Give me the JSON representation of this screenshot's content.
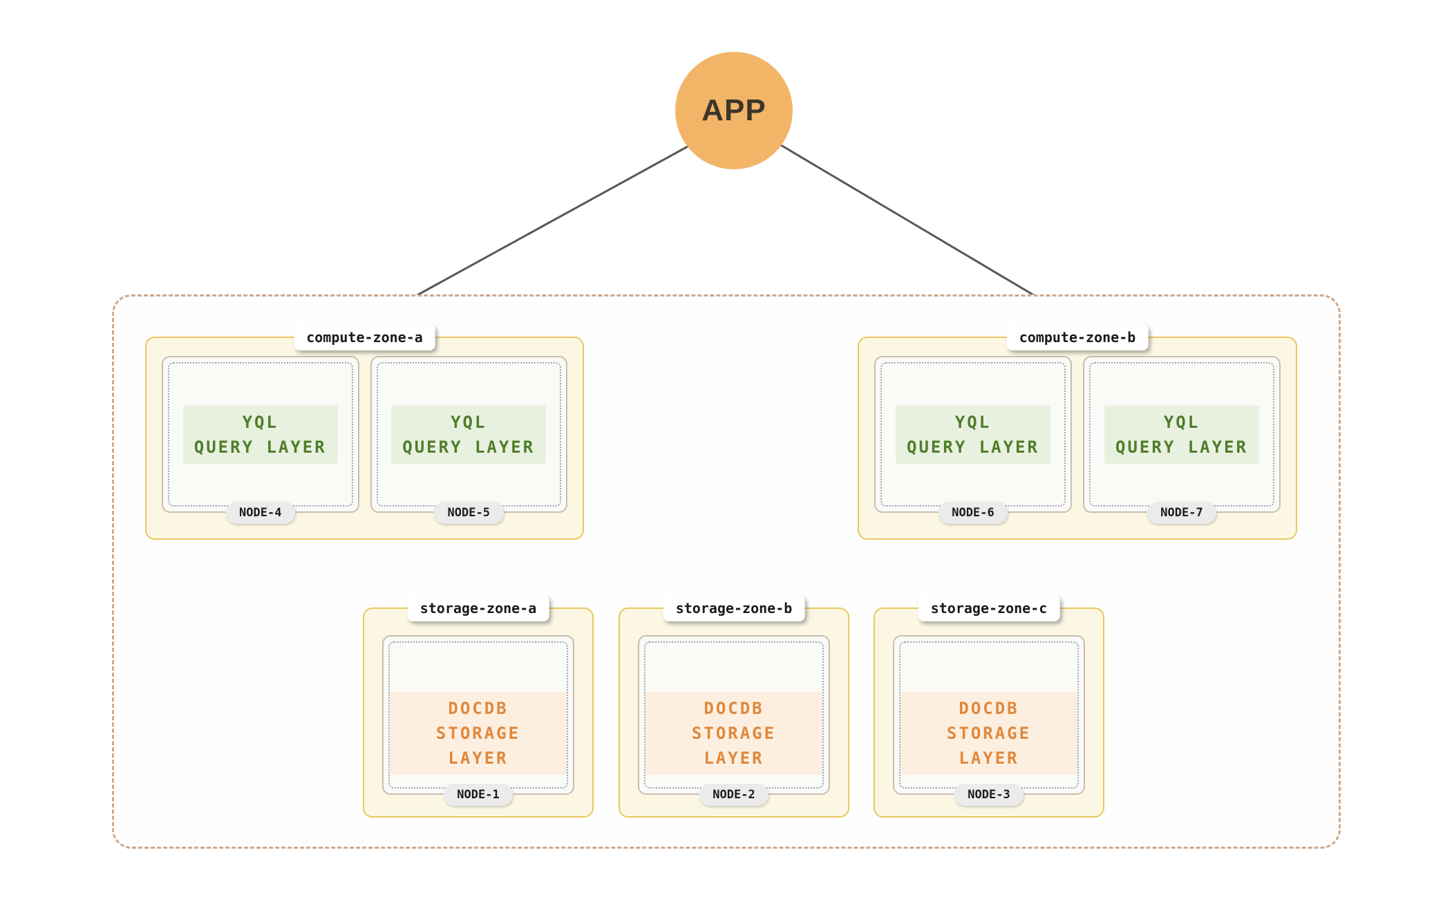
{
  "app": {
    "label": "APP"
  },
  "diagram": {
    "compute_zones": [
      {
        "name": "compute-zone-a",
        "nodes": [
          {
            "id": "NODE-4",
            "layer": {
              "line1": "YQL",
              "line2": "QUERY LAYER"
            }
          },
          {
            "id": "NODE-5",
            "layer": {
              "line1": "YQL",
              "line2": "QUERY LAYER"
            }
          }
        ]
      },
      {
        "name": "compute-zone-b",
        "nodes": [
          {
            "id": "NODE-6",
            "layer": {
              "line1": "YQL",
              "line2": "QUERY LAYER"
            }
          },
          {
            "id": "NODE-7",
            "layer": {
              "line1": "YQL",
              "line2": "QUERY LAYER"
            }
          }
        ]
      }
    ],
    "storage_zones": [
      {
        "name": "storage-zone-a",
        "nodes": [
          {
            "id": "NODE-1",
            "layer": {
              "line1": "DOCDB",
              "line2": "STORAGE LAYER"
            }
          }
        ]
      },
      {
        "name": "storage-zone-b",
        "nodes": [
          {
            "id": "NODE-2",
            "layer": {
              "line1": "DOCDB",
              "line2": "STORAGE LAYER"
            }
          }
        ]
      },
      {
        "name": "storage-zone-c",
        "nodes": [
          {
            "id": "NODE-3",
            "layer": {
              "line1": "DOCDB",
              "line2": "STORAGE LAYER"
            }
          }
        ]
      }
    ],
    "colors": {
      "app_circle": "#f2b568",
      "zone_border": "#e9c75f",
      "zone_fill": "#fcf7e3",
      "node_border": "#cabdb0",
      "node_fill": "#fafaf7",
      "node_dotted_border": "#9ba3b5",
      "yql_text": "#4f7d2a",
      "yql_bg": "#e8f1df",
      "docdb_text": "#e0883c",
      "docdb_bg": "#fcefdf",
      "cluster_border": "#cfa98c",
      "arrow": "#575757"
    }
  }
}
